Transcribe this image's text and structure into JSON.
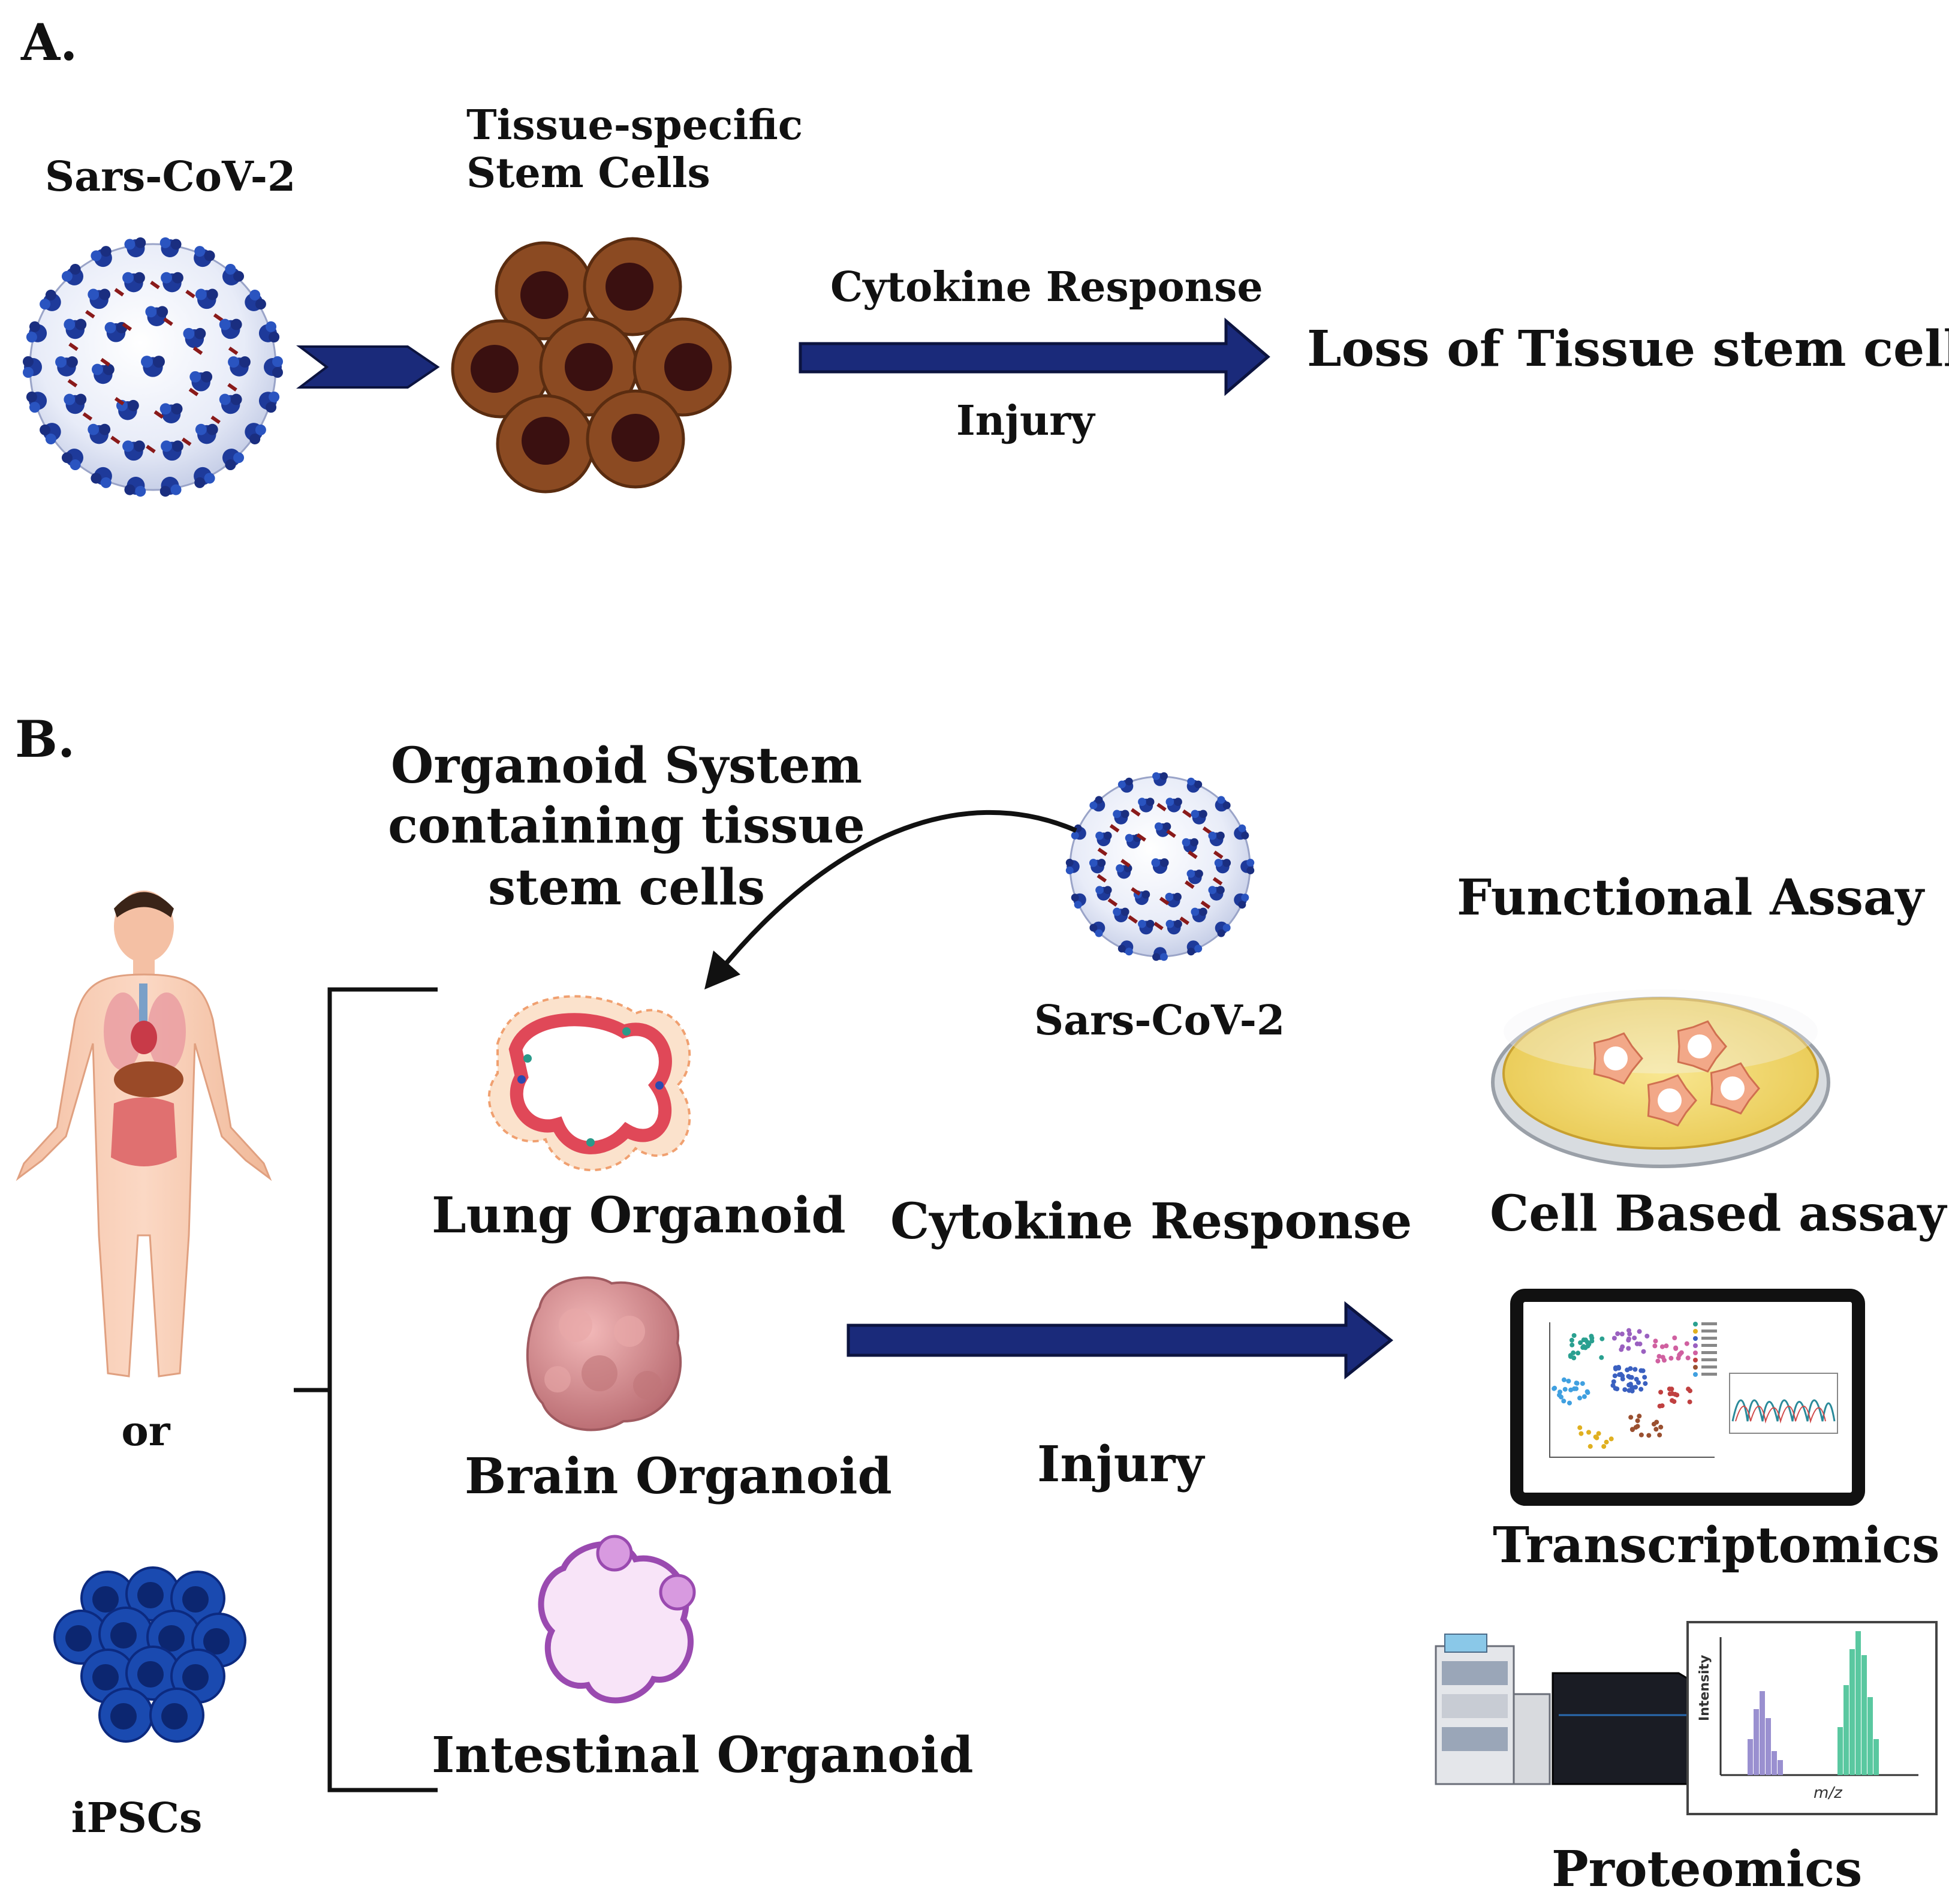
{
  "panel_a": {
    "label": "A.",
    "virus_label": "Sars-CoV-2",
    "stem_cells_label_line1": "Tissue-specific",
    "stem_cells_label_line2": "Stem Cells",
    "arrow_top_label": "Cytokine Response",
    "arrow_bottom_label": "Injury",
    "outcome_label": "Loss of Tissue stem cells"
  },
  "panel_b": {
    "label": "B.",
    "organoid_system_line1": "Organoid System",
    "organoid_system_line2": "containing tissue",
    "organoid_system_line3": "stem cells",
    "virus_label": "Sars-CoV-2",
    "or_label": "or",
    "ipscs_label": "iPSCs",
    "lung_label": "Lung Organoid",
    "brain_label": "Brain Organoid",
    "intestinal_label": "Intestinal Organoid",
    "arrow_top_label": "Cytokine Response",
    "arrow_bottom_label": "Injury",
    "functional_assay_label": "Functional Assay",
    "cell_assay_label": "Cell Based assay",
    "transcriptomics_label": "Transcriptomics",
    "proteomics_label": "Proteomics",
    "ms_ylabel": "Intensity",
    "ms_xlabel": "m/z"
  },
  "colors": {
    "arrow_navy": "#1a2a7a",
    "stem_cell_brown": "#8b4a22",
    "stem_cell_nucleus": "#3a1010",
    "virus_blue": "#1e3a9a",
    "ipsc_blue": "#1a4ab0",
    "lung_red": "#e04858",
    "brain_pink": "#d9868a",
    "intestinal_purple": "#b060b8"
  },
  "icons": [
    "virus-icon",
    "stem-cell-cluster-icon",
    "human-body-icon",
    "ipsc-cluster-icon",
    "lung-organoid-icon",
    "brain-organoid-icon",
    "intestinal-organoid-icon",
    "petri-dish-icon",
    "monitor-icon",
    "mass-spectrometer-icon",
    "mass-spectrum-icon"
  ]
}
